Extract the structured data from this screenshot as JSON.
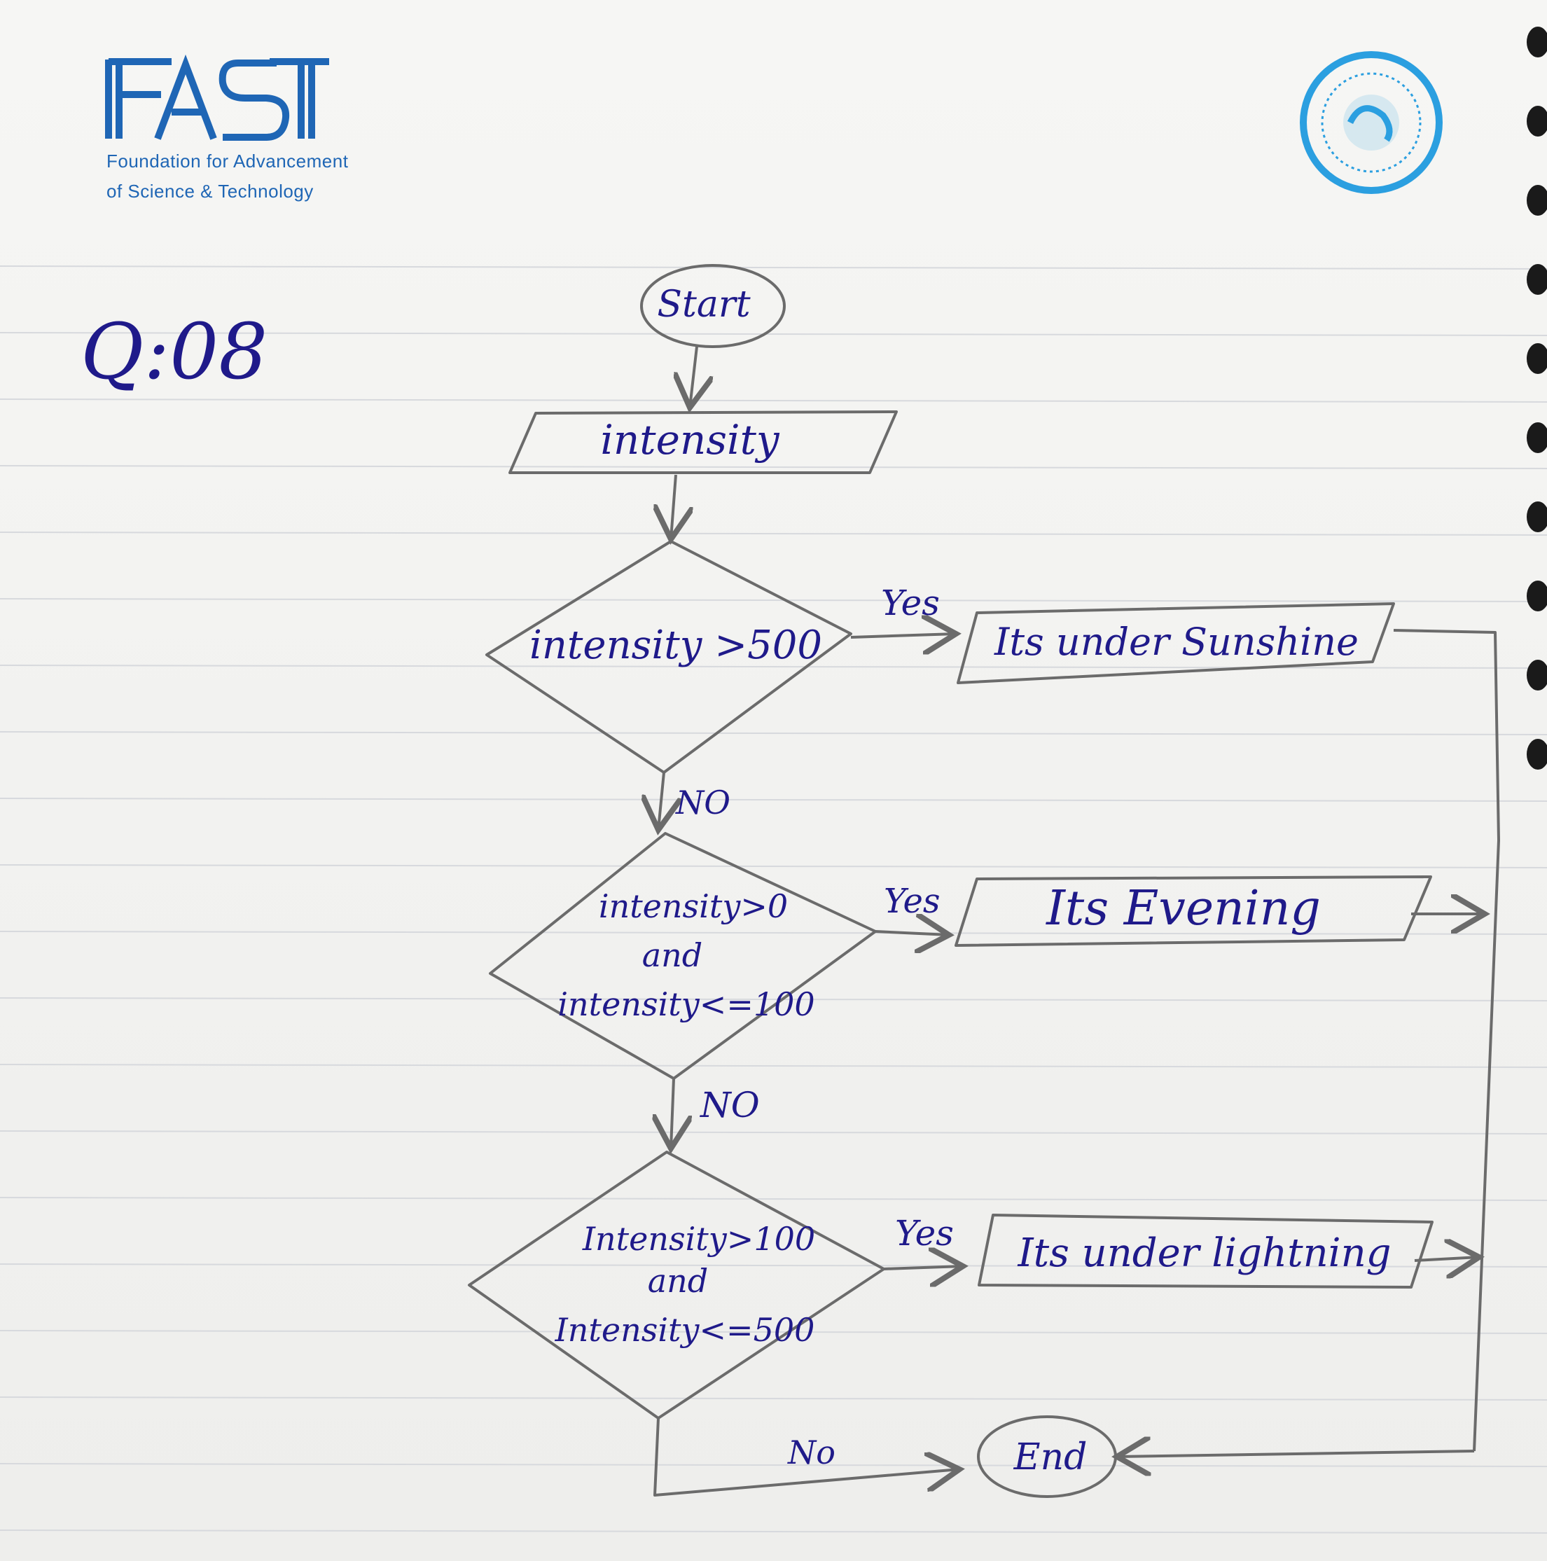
{
  "logo": {
    "line1": "Foundation for Advancement",
    "line2": "of Science & Technology"
  },
  "question_label": "Q:08",
  "flowchart": {
    "start": "Start",
    "input": "intensity",
    "decision1": "intensity >500",
    "decision2": [
      "intensity>0",
      "and",
      "intensity<=100"
    ],
    "decision3": [
      "Intensity>100",
      "and",
      "Intensity<=500"
    ],
    "output1": "Its under Sunshine",
    "output2": "Its Evening",
    "output3": "Its under lightning",
    "end": "End",
    "yes_label": "Yes",
    "no_label": "NO",
    "no_label_last": "No"
  },
  "colors": {
    "ink": "#1f1a8a",
    "pencil": "#6b6b6b",
    "logo_blue": "#1f66b5",
    "ruled_line": "#d7d9dd"
  }
}
